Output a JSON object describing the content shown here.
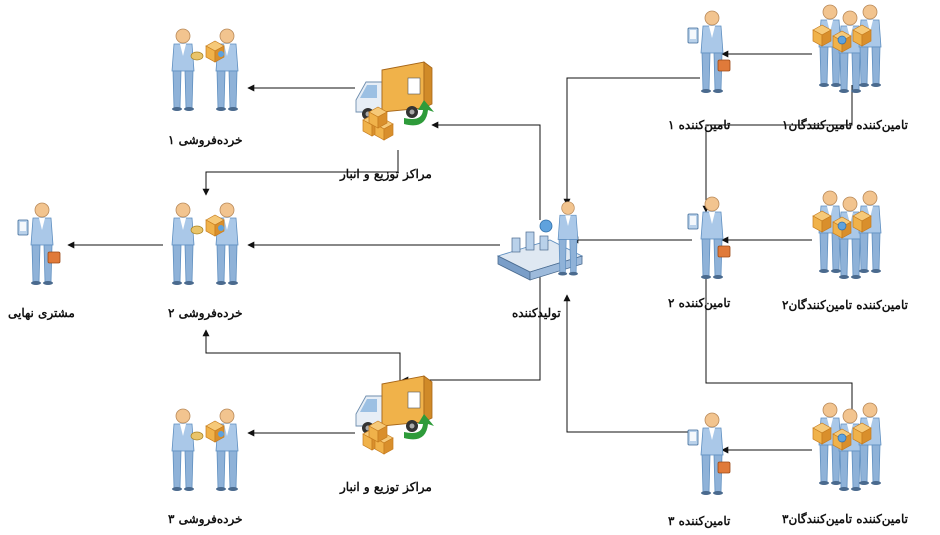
{
  "nodes": {
    "supplier_group_1": {
      "label": "تامین‌کننده تامین‌کنندگان۱",
      "icon": "supplier-group-icon"
    },
    "supplier_group_2": {
      "label": "تامین‌کننده تامین‌کنندگان۲",
      "icon": "supplier-group-icon"
    },
    "supplier_group_3": {
      "label": "تامین‌کننده تامین‌کنندگان۳",
      "icon": "supplier-group-icon"
    },
    "supplier_1": {
      "label": "تامین‌کننده ۱",
      "icon": "supplier-person-icon"
    },
    "supplier_2": {
      "label": "تامین‌کننده ۲",
      "icon": "supplier-person-icon"
    },
    "supplier_3": {
      "label": "تامین‌کننده ۳",
      "icon": "supplier-person-icon"
    },
    "manufacturer": {
      "label": "تولیدکننده",
      "icon": "factory-worker-icon"
    },
    "distribution_1": {
      "label": "مراکز توزیع و انبار",
      "icon": "delivery-truck-icon"
    },
    "distribution_2": {
      "label": "مراکز توزیع و انبار",
      "icon": "delivery-truck-icon"
    },
    "retailer_1": {
      "label": "خرده‌فروشی ۱",
      "icon": "retailer-exchange-icon"
    },
    "retailer_2": {
      "label": "خرده‌فروشی ۲",
      "icon": "retailer-exchange-icon"
    },
    "retailer_3": {
      "label": "خرده‌فروشی ۳",
      "icon": "retailer-exchange-icon"
    },
    "end_customer": {
      "label": "مشتری نهایی",
      "icon": "customer-person-icon"
    }
  },
  "colors": {
    "arrow": "#111111",
    "person_shirt": "#aac8e8",
    "person_shirt_dark": "#5f8fc0",
    "skin": "#f2c48f",
    "box": "#f0b24a",
    "box_dark": "#c67c1e",
    "truck_body": "#dfe8f2",
    "truck_cargo": "#f0b24a",
    "green_arrow": "#2e9b3a",
    "conveyor": "#7a9ec8"
  }
}
